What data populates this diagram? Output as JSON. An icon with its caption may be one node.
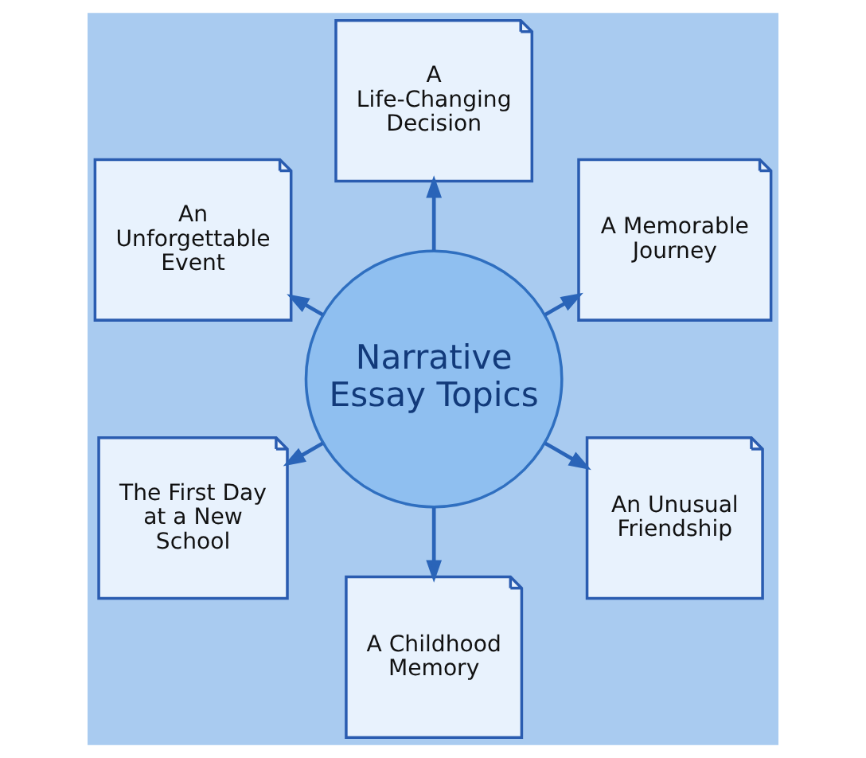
{
  "diagram": {
    "nodes": [
      {
        "text": [
          "A Memorable Journey"
        ]
      },
      {
        "text": [
          "A Life-Changing Decision"
        ]
      },
      {
        "text": [
          "An Unforgettable Event"
        ]
      },
      {
        "text": [
          "Narrative Essay Topics"
        ]
      },
      {
        "text": [
          "The First Day at a New School"
        ]
      },
      {
        "text": [
          "A Childhood Memory"
        ]
      },
      {
        "text": [
          "An Unusual Friendship"
        ]
      }
    ],
    "edges": [
      {
        "from": 3,
        "to": 0,
        "arrow": "to"
      },
      {
        "from": 3,
        "to": 1,
        "arrow": "to"
      },
      {
        "from": 3,
        "to": 2,
        "arrow": "to"
      },
      {
        "from": 3,
        "to": 4,
        "arrow": "to"
      },
      {
        "from": 3,
        "to": 5,
        "arrow": "to"
      },
      {
        "from": 3,
        "to": 6,
        "arrow": "to"
      }
    ]
  }
}
